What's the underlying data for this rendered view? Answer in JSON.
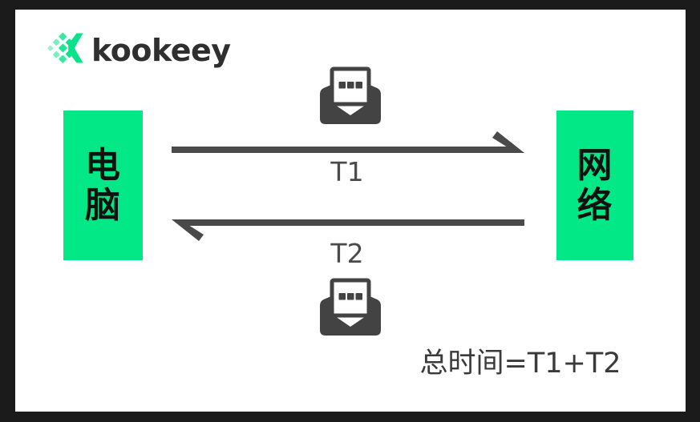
{
  "frame": {
    "border_color": "#1b1b1b",
    "canvas_color": "#ffffff"
  },
  "brand": {
    "name": "kookeey",
    "mark_name": "kookeey-logo-mark",
    "mark_color": "#06e38a",
    "word_color": "#2f2f2f"
  },
  "diagram": {
    "accent_color": "#03e887",
    "stroke_color": "#4a4a4a",
    "nodes": [
      {
        "id": "client",
        "label": "电脑",
        "chars": [
          "电",
          "脑"
        ]
      },
      {
        "id": "network",
        "label": "网络",
        "chars": [
          "网",
          "络"
        ]
      }
    ],
    "arrows": [
      {
        "id": "forward",
        "label": "T1",
        "direction": "right",
        "icon": "envelope-open-icon"
      },
      {
        "id": "return",
        "label": "T2",
        "direction": "left",
        "icon": "envelope-open-icon"
      }
    ],
    "formula": "总时间=T1+T2"
  }
}
